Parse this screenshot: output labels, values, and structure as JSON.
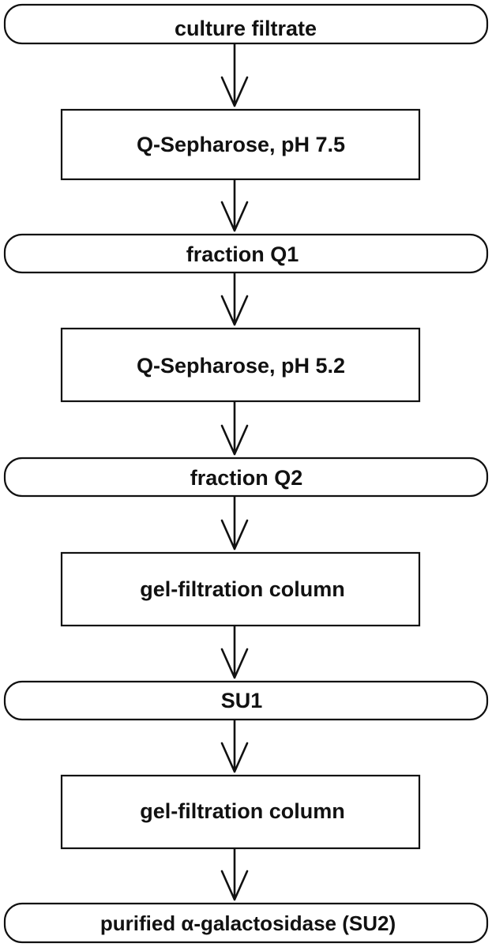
{
  "nodes": [
    {
      "id": "culture",
      "shape": "rounded",
      "label": "culture filtrate"
    },
    {
      "id": "q75",
      "shape": "box",
      "label": "Q-Sepharose, pH 7.5"
    },
    {
      "id": "q1",
      "shape": "rounded",
      "label": "fraction Q1"
    },
    {
      "id": "q52",
      "shape": "box",
      "label": "Q-Sepharose, pH 5.2"
    },
    {
      "id": "q2",
      "shape": "rounded",
      "label": "fraction Q2"
    },
    {
      "id": "gel1",
      "shape": "box",
      "label": "gel-filtration column"
    },
    {
      "id": "su1",
      "shape": "rounded",
      "label": "SU1"
    },
    {
      "id": "gel2",
      "shape": "box",
      "label": "gel-filtration column"
    },
    {
      "id": "purified",
      "shape": "rounded",
      "label": "purified α-galactosidase (SU2)"
    }
  ],
  "edges": [
    {
      "from": "culture",
      "to": "q75"
    },
    {
      "from": "q75",
      "to": "q1"
    },
    {
      "from": "q1",
      "to": "q52"
    },
    {
      "from": "q52",
      "to": "q2"
    },
    {
      "from": "q2",
      "to": "gel1"
    },
    {
      "from": "gel1",
      "to": "su1"
    },
    {
      "from": "su1",
      "to": "gel2"
    },
    {
      "from": "gel2",
      "to": "purified"
    }
  ]
}
